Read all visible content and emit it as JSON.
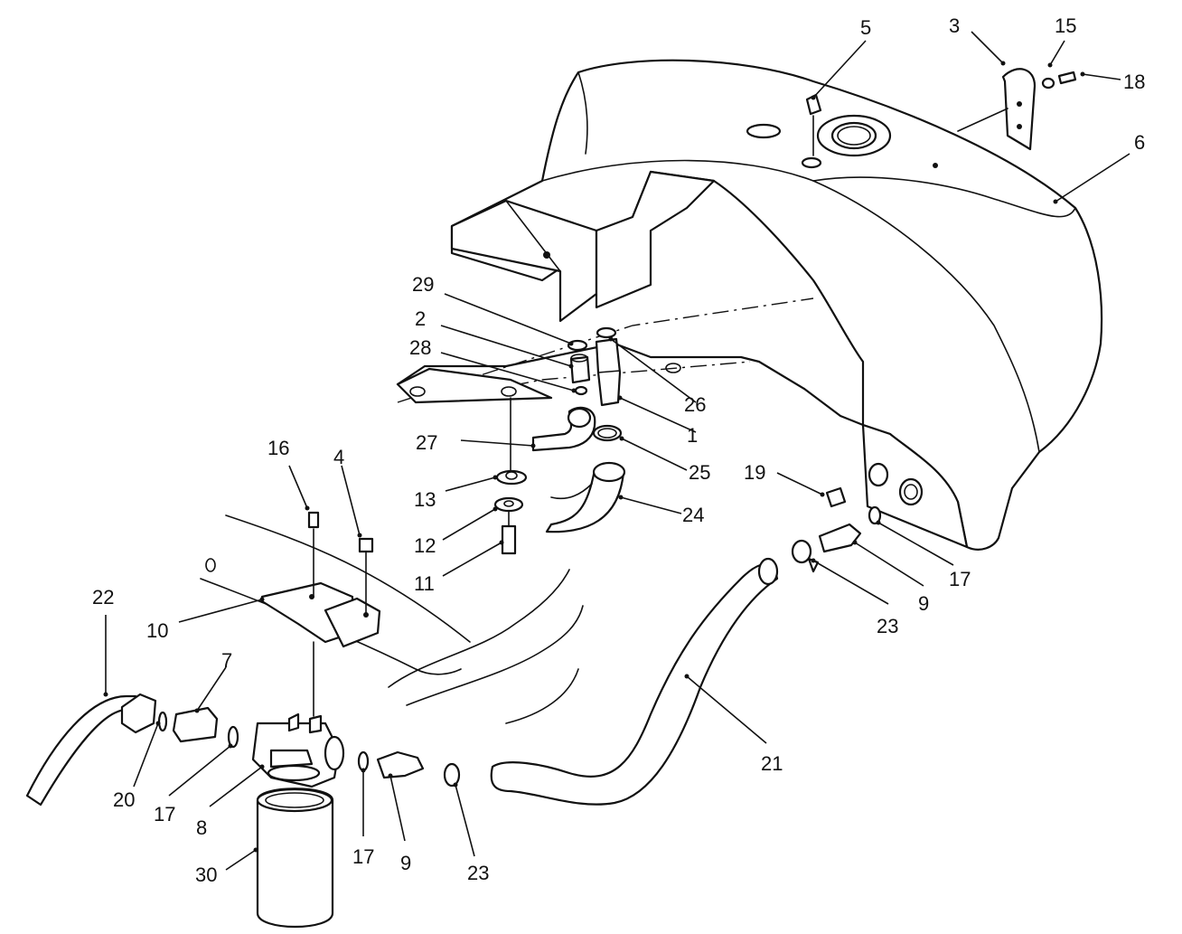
{
  "callouts": [
    {
      "id": "c5",
      "text": "5"
    },
    {
      "id": "c3",
      "text": "3"
    },
    {
      "id": "c15",
      "text": "15"
    },
    {
      "id": "c18",
      "text": "18"
    },
    {
      "id": "c6",
      "text": "6"
    },
    {
      "id": "c29",
      "text": "29"
    },
    {
      "id": "c2",
      "text": "2"
    },
    {
      "id": "c28",
      "text": "28"
    },
    {
      "id": "c26",
      "text": "26"
    },
    {
      "id": "c1",
      "text": "1"
    },
    {
      "id": "c27",
      "text": "27"
    },
    {
      "id": "c25",
      "text": "25"
    },
    {
      "id": "c13",
      "text": "13"
    },
    {
      "id": "c24",
      "text": "24"
    },
    {
      "id": "c12",
      "text": "12"
    },
    {
      "id": "c11",
      "text": "11"
    },
    {
      "id": "c16",
      "text": "16"
    },
    {
      "id": "c4",
      "text": "4"
    },
    {
      "id": "c19",
      "text": "19"
    },
    {
      "id": "c17a",
      "text": "17"
    },
    {
      "id": "c9a",
      "text": "9"
    },
    {
      "id": "c23a",
      "text": "23"
    },
    {
      "id": "c22",
      "text": "22"
    },
    {
      "id": "c10",
      "text": "10"
    },
    {
      "id": "c7",
      "text": "7"
    },
    {
      "id": "c21",
      "text": "21"
    },
    {
      "id": "c20",
      "text": "20"
    },
    {
      "id": "c17b",
      "text": "17"
    },
    {
      "id": "c8",
      "text": "8"
    },
    {
      "id": "c17c",
      "text": "17"
    },
    {
      "id": "c9b",
      "text": "9"
    },
    {
      "id": "c23b",
      "text": "23"
    },
    {
      "id": "c30",
      "text": "30"
    }
  ]
}
